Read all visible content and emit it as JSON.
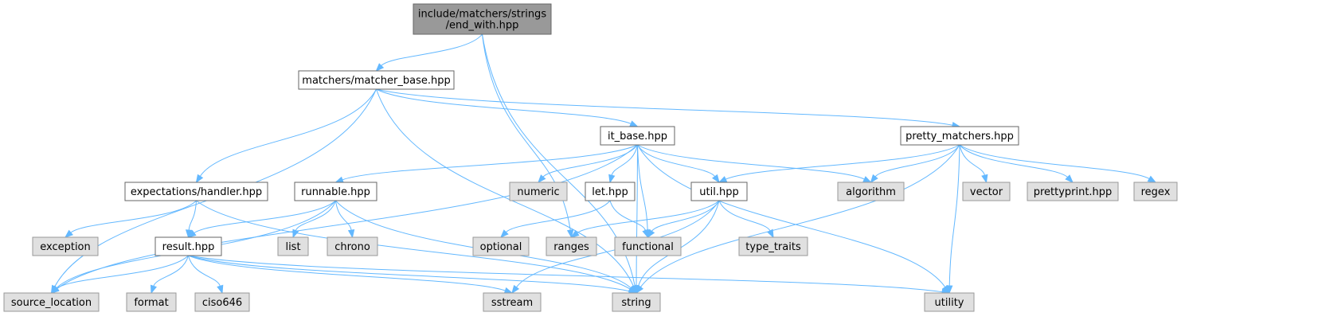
{
  "graph": {
    "nodes": [
      {
        "id": "root",
        "lines": [
          "include/matchers/strings",
          "/end_with.hpp"
        ],
        "kind": "root"
      },
      {
        "id": "matcher_base",
        "lines": [
          "matchers/matcher_base.hpp"
        ],
        "kind": "local"
      },
      {
        "id": "it_base",
        "lines": [
          "it_base.hpp"
        ],
        "kind": "local"
      },
      {
        "id": "pretty_matchers",
        "lines": [
          "pretty_matchers.hpp"
        ],
        "kind": "local"
      },
      {
        "id": "handler",
        "lines": [
          "expectations/handler.hpp"
        ],
        "kind": "local"
      },
      {
        "id": "runnable",
        "lines": [
          "runnable.hpp"
        ],
        "kind": "local"
      },
      {
        "id": "let",
        "lines": [
          "let.hpp"
        ],
        "kind": "local"
      },
      {
        "id": "util",
        "lines": [
          "util.hpp"
        ],
        "kind": "local"
      },
      {
        "id": "result",
        "lines": [
          "result.hpp"
        ],
        "kind": "local"
      },
      {
        "id": "numeric",
        "lines": [
          "numeric"
        ],
        "kind": "sys"
      },
      {
        "id": "algorithm",
        "lines": [
          "algorithm"
        ],
        "kind": "sys"
      },
      {
        "id": "vector",
        "lines": [
          "vector"
        ],
        "kind": "sys"
      },
      {
        "id": "prettyprint",
        "lines": [
          "prettyprint.hpp"
        ],
        "kind": "sys"
      },
      {
        "id": "regex",
        "lines": [
          "regex"
        ],
        "kind": "sys"
      },
      {
        "id": "exception",
        "lines": [
          "exception"
        ],
        "kind": "sys"
      },
      {
        "id": "list",
        "lines": [
          "list"
        ],
        "kind": "sys"
      },
      {
        "id": "chrono",
        "lines": [
          "chrono"
        ],
        "kind": "sys"
      },
      {
        "id": "optional",
        "lines": [
          "optional"
        ],
        "kind": "sys"
      },
      {
        "id": "ranges",
        "lines": [
          "ranges"
        ],
        "kind": "sys"
      },
      {
        "id": "functional",
        "lines": [
          "functional"
        ],
        "kind": "sys"
      },
      {
        "id": "type_traits",
        "lines": [
          "type_traits"
        ],
        "kind": "sys"
      },
      {
        "id": "source_location",
        "lines": [
          "source_location"
        ],
        "kind": "sys"
      },
      {
        "id": "format",
        "lines": [
          "format"
        ],
        "kind": "sys"
      },
      {
        "id": "ciso646",
        "lines": [
          "ciso646"
        ],
        "kind": "sys"
      },
      {
        "id": "sstream",
        "lines": [
          "sstream"
        ],
        "kind": "sys"
      },
      {
        "id": "string",
        "lines": [
          "string"
        ],
        "kind": "sys"
      },
      {
        "id": "utility",
        "lines": [
          "utility"
        ],
        "kind": "sys"
      }
    ],
    "edges": [
      [
        "root",
        "matcher_base"
      ],
      [
        "root",
        "ranges"
      ],
      [
        "root",
        "string"
      ],
      [
        "matcher_base",
        "it_base"
      ],
      [
        "matcher_base",
        "pretty_matchers"
      ],
      [
        "matcher_base",
        "handler"
      ],
      [
        "matcher_base",
        "source_location"
      ],
      [
        "matcher_base",
        "string"
      ],
      [
        "it_base",
        "runnable"
      ],
      [
        "it_base",
        "numeric"
      ],
      [
        "it_base",
        "let"
      ],
      [
        "it_base",
        "functional"
      ],
      [
        "it_base",
        "util"
      ],
      [
        "it_base",
        "algorithm"
      ],
      [
        "it_base",
        "string"
      ],
      [
        "it_base",
        "utility"
      ],
      [
        "it_base",
        "source_location"
      ],
      [
        "pretty_matchers",
        "util"
      ],
      [
        "pretty_matchers",
        "algorithm"
      ],
      [
        "pretty_matchers",
        "vector"
      ],
      [
        "pretty_matchers",
        "prettyprint"
      ],
      [
        "pretty_matchers",
        "regex"
      ],
      [
        "pretty_matchers",
        "string"
      ],
      [
        "pretty_matchers",
        "utility"
      ],
      [
        "handler",
        "exception"
      ],
      [
        "handler",
        "result"
      ],
      [
        "handler",
        "string"
      ],
      [
        "runnable",
        "result"
      ],
      [
        "runnable",
        "list"
      ],
      [
        "runnable",
        "chrono"
      ],
      [
        "runnable",
        "source_location"
      ],
      [
        "runnable",
        "string"
      ],
      [
        "let",
        "optional"
      ],
      [
        "let",
        "functional"
      ],
      [
        "util",
        "ranges"
      ],
      [
        "util",
        "functional"
      ],
      [
        "util",
        "type_traits"
      ],
      [
        "util",
        "sstream"
      ],
      [
        "util",
        "string"
      ],
      [
        "result",
        "source_location"
      ],
      [
        "result",
        "format"
      ],
      [
        "result",
        "ciso646"
      ],
      [
        "result",
        "sstream"
      ],
      [
        "result",
        "string"
      ],
      [
        "result",
        "utility"
      ]
    ]
  }
}
